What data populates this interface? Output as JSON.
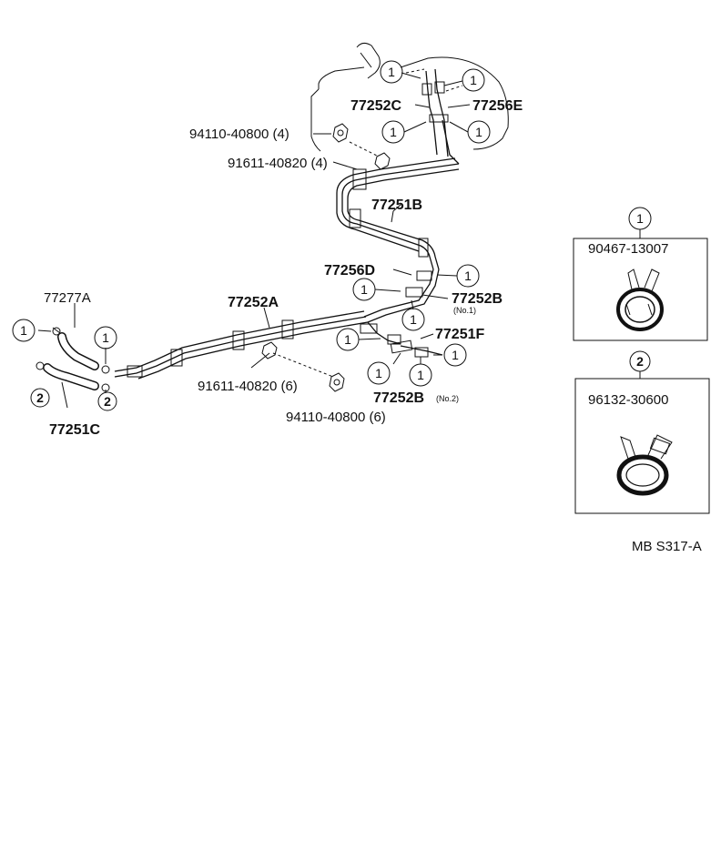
{
  "ref_number": "1",
  "ref_number_2": "2",
  "labels": {
    "p77252C": "77252C",
    "p77256E": "77256E",
    "p94110_top": "94110-40800 (4)",
    "p91611_top": "91611-40820 (4)",
    "p77251B": "77251B",
    "p77256D": "77256D",
    "p77252B": "77252B",
    "p77252B_no1": "(No.1)",
    "p77277A": "77277A",
    "p77252A": "77252A",
    "p77251F": "77251F",
    "p91611_bot": "91611-40820 (6)",
    "p77252B_2": "77252B",
    "p77252B_no2": "(No.2)",
    "p94110_bot": "94110-40800 (6)",
    "p77251C": "77251C"
  },
  "inset1": {
    "ref": "1",
    "part": "90467-13007"
  },
  "inset2": {
    "ref": "2",
    "part": "96132-30600"
  },
  "footer_code": "MB S317-A"
}
